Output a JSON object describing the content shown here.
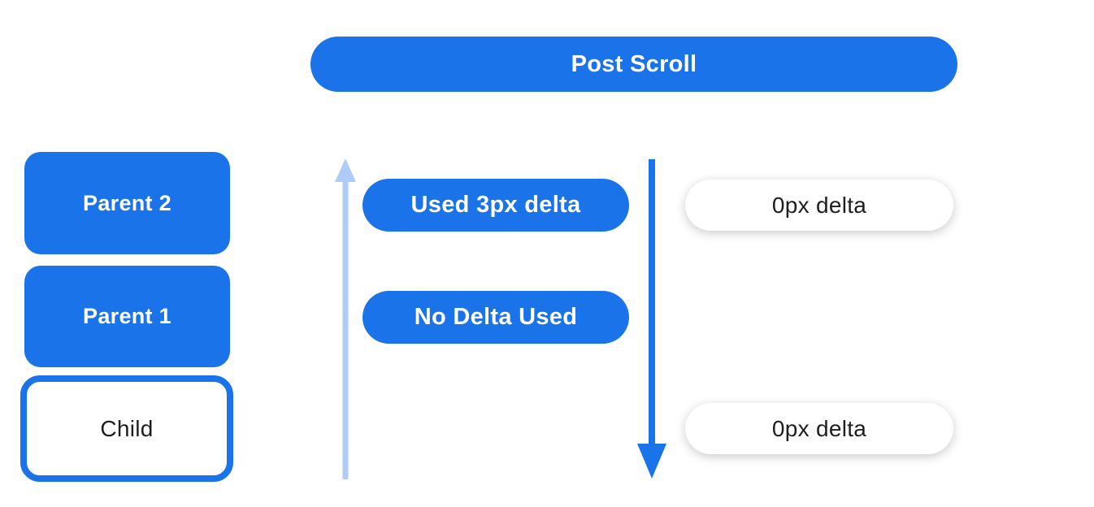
{
  "title_bar": {
    "label": "Post Scroll"
  },
  "scroll_chain": {
    "parent2_label": "Parent 2",
    "parent1_label": "Parent 1",
    "child_label": "Child"
  },
  "delta_flow": {
    "used_delta_label": "Used 3px delta",
    "no_delta_label": "No Delta Used"
  },
  "results": {
    "top_delta_label": "0px delta",
    "bottom_delta_label": "0px delta"
  },
  "icons": {
    "up_arrow": "arrow-up",
    "down_arrow": "arrow-down"
  },
  "colors": {
    "primary_blue": "#1A73E8",
    "light_blue": "#AECBFA",
    "pill_white": "#FFFFFF",
    "text_on_blue": "#FFFFFF",
    "text_dark": "#1E1E1E"
  }
}
